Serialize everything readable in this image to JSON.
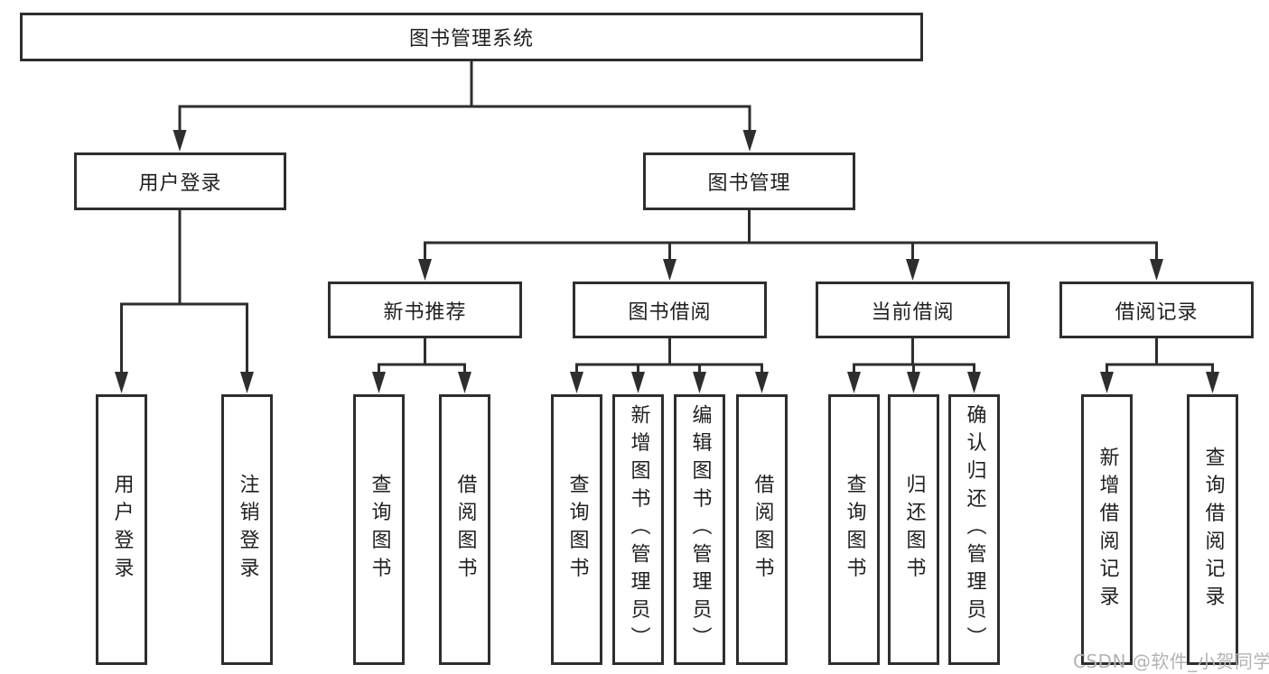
{
  "diagram": {
    "root": {
      "label": "图书管理系统"
    },
    "branches": {
      "user_login": {
        "label": "用户登录",
        "children": [
          "用户登录",
          "注销登录"
        ]
      },
      "book_management": {
        "label": "图书管理",
        "sections": [
          {
            "label": "新书推荐",
            "children": [
              "查询图书",
              "借阅图书"
            ]
          },
          {
            "label": "图书借阅",
            "children": [
              "查询图书",
              "新增图书（管理员）",
              "编辑图书（管理员）",
              "借阅图书"
            ]
          },
          {
            "label": "当前借阅",
            "children": [
              "查询图书",
              "归还图书",
              "确认归还（管理员）"
            ]
          },
          {
            "label": "借阅记录",
            "children": [
              "新增借阅记录",
              "查询借阅记录"
            ]
          }
        ]
      }
    }
  },
  "watermark": {
    "text": "CSDN @软件_小贺同学"
  },
  "colors": {
    "line": "#2e2e2e",
    "text": "#1f1f1f",
    "watermark": "#b3b3b3",
    "background": "#ffffff"
  }
}
